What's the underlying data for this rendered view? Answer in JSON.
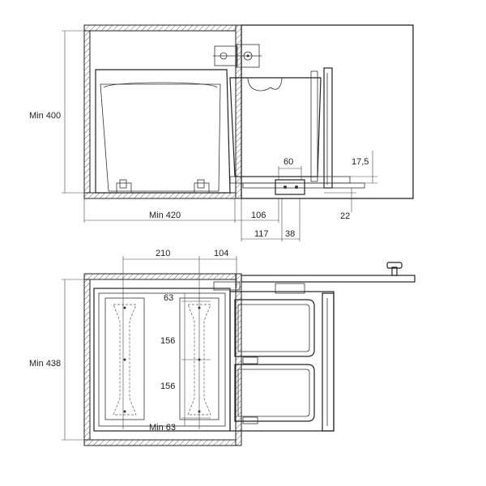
{
  "side_view": {
    "min_height_label": "Min 400",
    "min_depth_label": "Min 420",
    "offset_106": "106",
    "offset_117": "117",
    "offset_38": "38",
    "offset_60": "60",
    "offset_17_5": "17,5",
    "offset_22": "22"
  },
  "top_view": {
    "width_210": "210",
    "width_104": "104",
    "spacing_63_top": "63",
    "spacing_156_a": "156",
    "spacing_156_b": "156",
    "spacing_min_63": "Min 63",
    "min_width_label": "Min 438"
  }
}
